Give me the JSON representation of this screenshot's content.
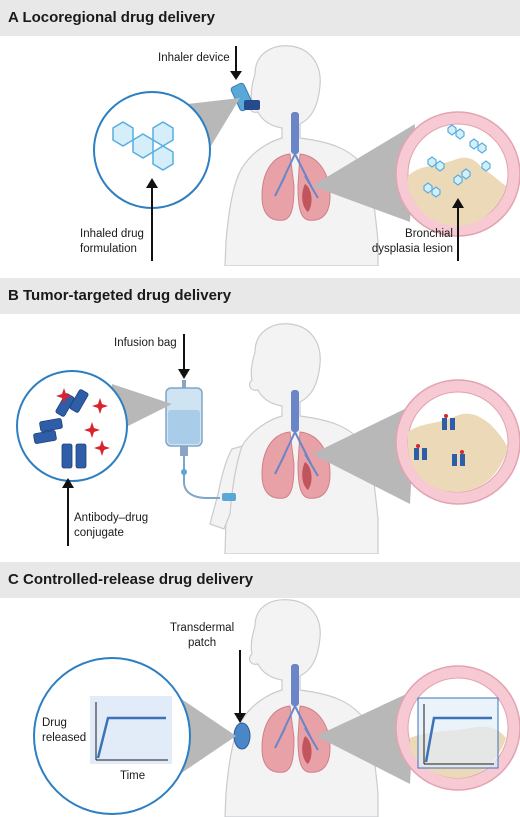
{
  "sections": [
    {
      "title": "A  Locoregional drug delivery",
      "labels": {
        "inhaler": "Inhaler device",
        "formulation_line1": "Inhaled drug",
        "formulation_line2": "formulation",
        "lesion_line1": "Bronchial",
        "lesion_line2": "dysplasia lesion"
      }
    },
    {
      "title": "B  Tumor-targeted drug delivery",
      "labels": {
        "infusion": "Infusion bag",
        "adc_line1": "Antibody–drug",
        "adc_line2": "conjugate"
      }
    },
    {
      "title": "C  Controlled-release drug delivery",
      "labels": {
        "patch_line1": "Transdermal",
        "patch_line2": "patch",
        "ylabel_line1": "Drug",
        "ylabel_line2": "released",
        "xlabel": "Time"
      }
    }
  ],
  "colors": {
    "band": "#e8e8e8",
    "lung": "#e9a1a8",
    "airway": "#6b86c6",
    "tissue": "#ecd9b8",
    "cells": "#f6c9d3",
    "drug": "#55aee0",
    "antibody": "#2f5ea8",
    "payload": "#d9232e",
    "curve": "#3c72b8"
  }
}
